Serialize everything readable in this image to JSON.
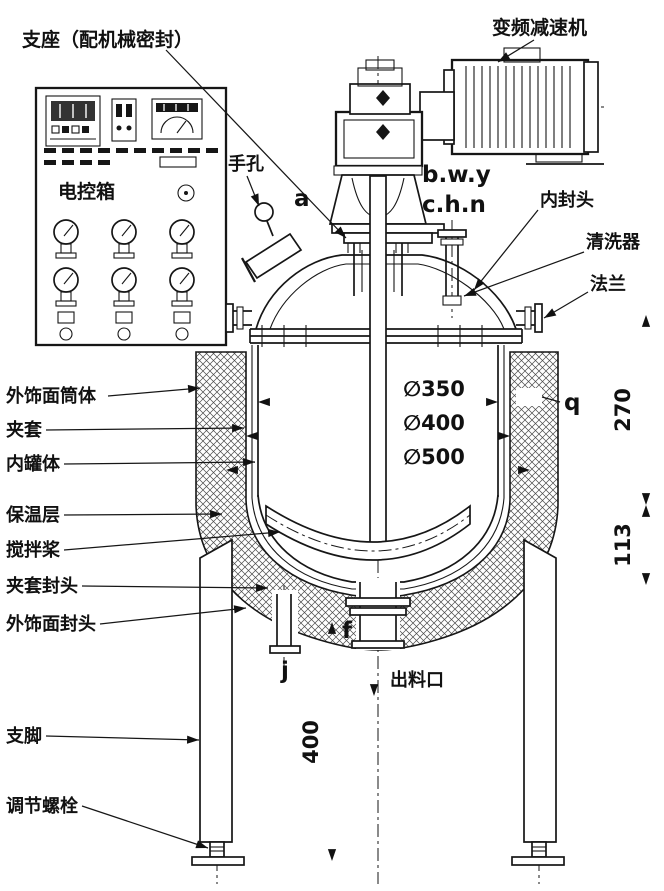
{
  "callouts": {
    "support_seal": "支座（配机械密封）",
    "vfd_reducer": "变频减速机",
    "control_box": "电控箱",
    "hand_hole": "手孔",
    "inner_head": "内封头",
    "cleaner": "清洗器",
    "flange": "法兰",
    "outer_shell_body": "外饰面筒体",
    "jacket": "夹套",
    "inner_tank": "内罐体",
    "insulation": "保温层",
    "agitator": "搅拌桨",
    "jacket_head": "夹套封头",
    "outer_shell_head": "外饰面封头",
    "support_leg": "支脚",
    "adjusting_bolt": "调节螺栓",
    "discharge_outlet": "出料口"
  },
  "letters": {
    "a": "a",
    "bwy": "b.w.y",
    "chn": "c.h.n",
    "f": "f",
    "j": "j",
    "q": "q"
  },
  "dimensions": {
    "dia350": "∅350",
    "dia400": "∅400",
    "dia500": "∅500",
    "h270": "270",
    "h113": "113",
    "h400": "400"
  },
  "colors": {
    "line": "#161616",
    "background": "#ffffff"
  }
}
